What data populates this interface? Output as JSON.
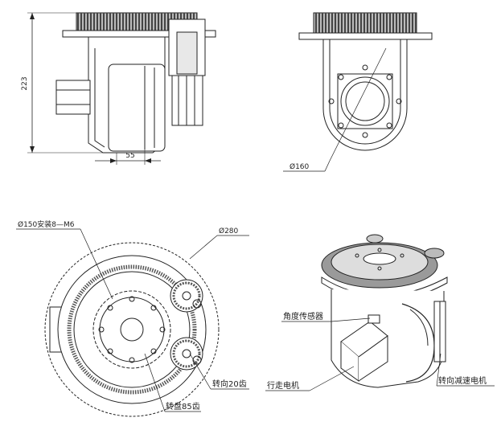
{
  "dimensions": {
    "height_223": "223",
    "width_55": "55",
    "dia_160": "Ø160",
    "dia_150": "Ø150安装8—M6",
    "dia_280": "Ø280"
  },
  "callouts": {
    "angle_sensor": "角度传感器",
    "drive_motor": "行走电机",
    "steering_motor": "转向减速电机",
    "steering_gear_20": "转向20齿",
    "turntable_85": "转盘85齿"
  }
}
